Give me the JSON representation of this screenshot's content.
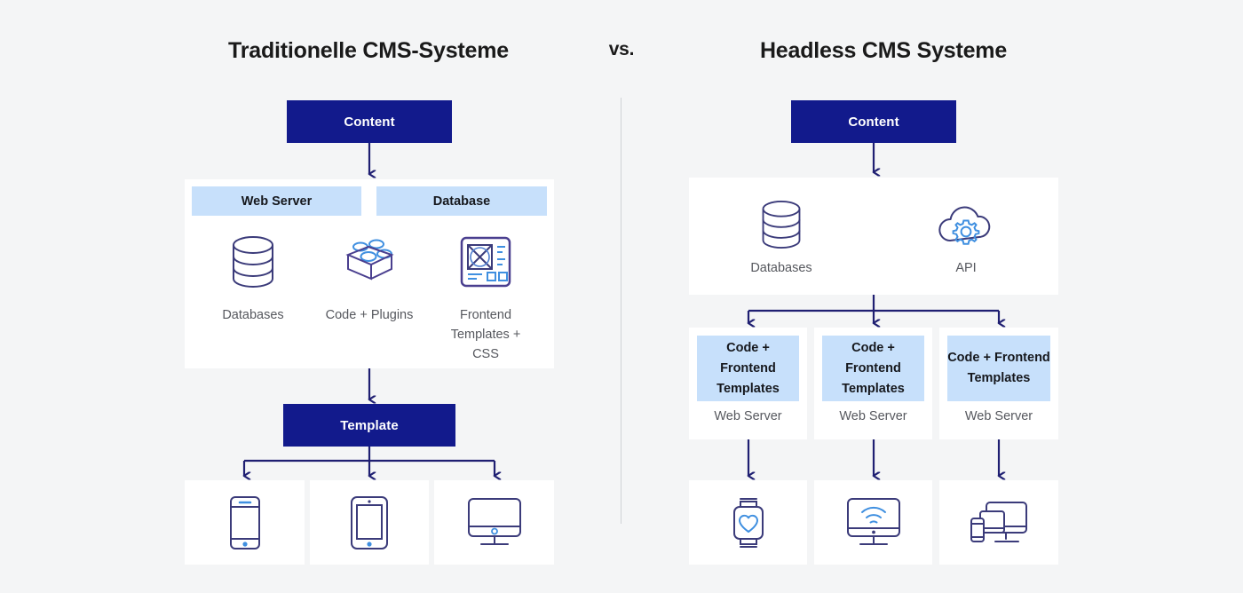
{
  "headings": {
    "left": "Traditionelle CMS-Systeme",
    "vs": "vs.",
    "right": "Headless CMS Systeme"
  },
  "colors": {
    "background": "#f4f5f6",
    "navy": "#121a8c",
    "light_blue": "#c7e0fb",
    "panel_white": "#ffffff",
    "arrow": "#1f1f72",
    "icon_dark": "#3b3b7a",
    "icon_blue": "#3f8fe0",
    "divider": "#cfd2d6",
    "label_gray": "#56585e"
  },
  "traditional": {
    "content_box": "Content",
    "bars": [
      {
        "label": "Web Server"
      },
      {
        "label": "Database"
      }
    ],
    "features": [
      {
        "label": "Databases",
        "icon": "database-icon"
      },
      {
        "label": "Code + Plugins",
        "icon": "lego-brick-icon"
      },
      {
        "label": "Frontend Templates + CSS",
        "icon": "wireframe-icon"
      }
    ],
    "template_box": "Template",
    "outputs": [
      {
        "icon": "smartphone-icon"
      },
      {
        "icon": "tablet-icon"
      },
      {
        "icon": "desktop-monitor-icon"
      }
    ]
  },
  "headless": {
    "content_box": "Content",
    "sources": [
      {
        "label": "Databases",
        "icon": "database-icon"
      },
      {
        "label": "API",
        "icon": "cloud-gear-icon"
      }
    ],
    "servers": [
      {
        "box_label": "Code + Frontend Templates",
        "sub_label": "Web Server"
      },
      {
        "box_label": "Code + Frontend Templates",
        "sub_label": "Web Server"
      },
      {
        "box_label": "Code + Frontend Templates",
        "sub_label": "Web Server"
      }
    ],
    "outputs": [
      {
        "icon": "smartwatch-heart-icon"
      },
      {
        "icon": "monitor-wifi-icon"
      },
      {
        "icon": "multi-device-icon"
      }
    ]
  }
}
